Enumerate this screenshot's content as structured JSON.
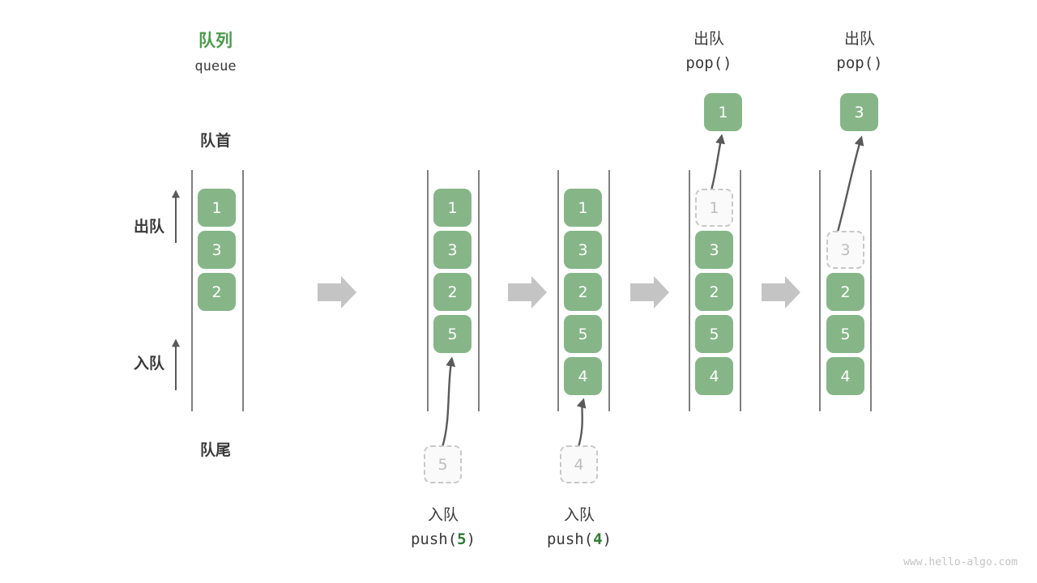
{
  "header": {
    "title_cn": "队列",
    "title_en": "queue",
    "front_label": "队首",
    "rear_label": "队尾",
    "dequeue_label": "出队",
    "enqueue_label": "入队"
  },
  "watermark": "www.hello-algo.com",
  "colors": {
    "node_green": "#86B687",
    "title_green": "#4C9A4C",
    "code_green": "#2E7D32",
    "ghost_fill": "#FAFAFA",
    "ghost_border": "#C8C8C8",
    "rail": "#4A4A4A",
    "arrow_gray": "#C4C4C4",
    "pointer_gray": "#5A5A5A",
    "text": "#3A3A3A"
  },
  "columns": [
    {
      "id": "col-initial",
      "caption_cn": "",
      "caption_code_prefix": "",
      "caption_code_arg": "",
      "caption_code_suffix": "",
      "nodes": [
        {
          "value": "1",
          "state": "filled"
        },
        {
          "value": "3",
          "state": "filled"
        },
        {
          "value": "2",
          "state": "filled"
        }
      ],
      "floating": null,
      "incoming": null
    },
    {
      "id": "col-push-5",
      "caption_cn": "入队",
      "caption_code_prefix": "push(",
      "caption_code_arg": "5",
      "caption_code_suffix": ")",
      "nodes": [
        {
          "value": "1",
          "state": "filled"
        },
        {
          "value": "3",
          "state": "filled"
        },
        {
          "value": "2",
          "state": "filled"
        },
        {
          "value": "5",
          "state": "filled"
        }
      ],
      "floating": null,
      "incoming": {
        "value": "5",
        "state": "ghost"
      }
    },
    {
      "id": "col-push-4",
      "caption_cn": "入队",
      "caption_code_prefix": "push(",
      "caption_code_arg": "4",
      "caption_code_suffix": ")",
      "nodes": [
        {
          "value": "1",
          "state": "filled"
        },
        {
          "value": "3",
          "state": "filled"
        },
        {
          "value": "2",
          "state": "filled"
        },
        {
          "value": "5",
          "state": "filled"
        },
        {
          "value": "4",
          "state": "filled"
        }
      ],
      "floating": null,
      "incoming": {
        "value": "4",
        "state": "ghost"
      }
    },
    {
      "id": "col-pop-1",
      "caption_cn": "出队",
      "caption_code_prefix": "pop(",
      "caption_code_arg": "",
      "caption_code_suffix": ")",
      "nodes": [
        {
          "value": "1",
          "state": "ghost"
        },
        {
          "value": "3",
          "state": "filled"
        },
        {
          "value": "2",
          "state": "filled"
        },
        {
          "value": "5",
          "state": "filled"
        },
        {
          "value": "4",
          "state": "filled"
        }
      ],
      "floating": {
        "value": "1",
        "state": "filled"
      },
      "incoming": null
    },
    {
      "id": "col-pop-3",
      "caption_cn": "出队",
      "caption_code_prefix": "pop(",
      "caption_code_arg": "",
      "caption_code_suffix": ")",
      "nodes": [
        {
          "value": "3",
          "state": "ghost"
        },
        {
          "value": "2",
          "state": "filled"
        },
        {
          "value": "5",
          "state": "filled"
        },
        {
          "value": "4",
          "state": "filled"
        }
      ],
      "floating": {
        "value": "3",
        "state": "filled"
      },
      "incoming": null
    }
  ],
  "step_arrows": [
    {
      "id": "step-arrow-1"
    },
    {
      "id": "step-arrow-2"
    },
    {
      "id": "step-arrow-3"
    },
    {
      "id": "step-arrow-4"
    }
  ]
}
